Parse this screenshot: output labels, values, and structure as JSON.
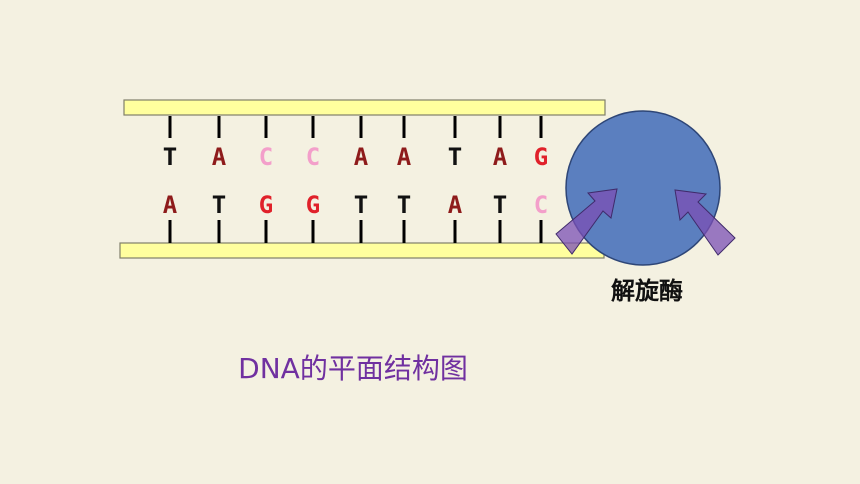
{
  "diagram": {
    "top_strand": [
      "T",
      "A",
      "C",
      "C",
      "A",
      "A",
      "T",
      "A",
      "G"
    ],
    "bottom_strand": [
      "A",
      "T",
      "G",
      "G",
      "T",
      "T",
      "A",
      "T",
      "C"
    ],
    "enzyme_label": "解旋酶",
    "caption": "DNA的平面结构图"
  },
  "colors": {
    "background": "#f4f1e1",
    "backbone_fill": "#ffff9e",
    "backbone_stroke": "#7f7f6a",
    "enzyme_fill": "#5b7fbf",
    "enzyme_stroke": "#2e4677",
    "arrow_fill": "#7b4fb4",
    "caption": "#7030a0",
    "base_A": "#8e1b1b",
    "base_T": "#111111",
    "base_G": "#e0212a",
    "base_C": "#f39fca"
  }
}
